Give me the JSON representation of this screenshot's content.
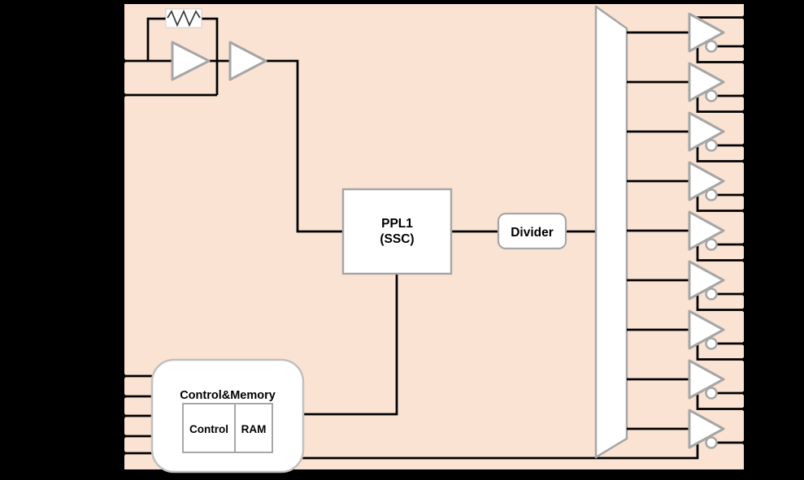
{
  "diagram": {
    "kind": "clock-generator-block-diagram",
    "colors": {
      "background": "#000000",
      "canvas": "#FAE3D3",
      "block_fill": "#FFFFFF",
      "block_stroke": "#A6A6A6",
      "soft_stroke": "#C0C0C0",
      "wire": "#000000"
    },
    "pll": {
      "line1": "PPL1",
      "line2": "(SSC)"
    },
    "divider": {
      "label": "Divider"
    },
    "control_memory": {
      "title": "Control&Memory",
      "control_label": "Control",
      "ram_label": "RAM"
    },
    "oscillator": {
      "left_pin_count": 2,
      "elements": [
        "feedback-resistor",
        "amplifier",
        "buffer"
      ]
    },
    "control_inputs": {
      "left_pin_count": 5
    },
    "outputs": {
      "buffer_count": 9,
      "mux_output_count": 9,
      "right_stub_count": 18,
      "buffer_type": "inverting-differential-driver"
    }
  }
}
